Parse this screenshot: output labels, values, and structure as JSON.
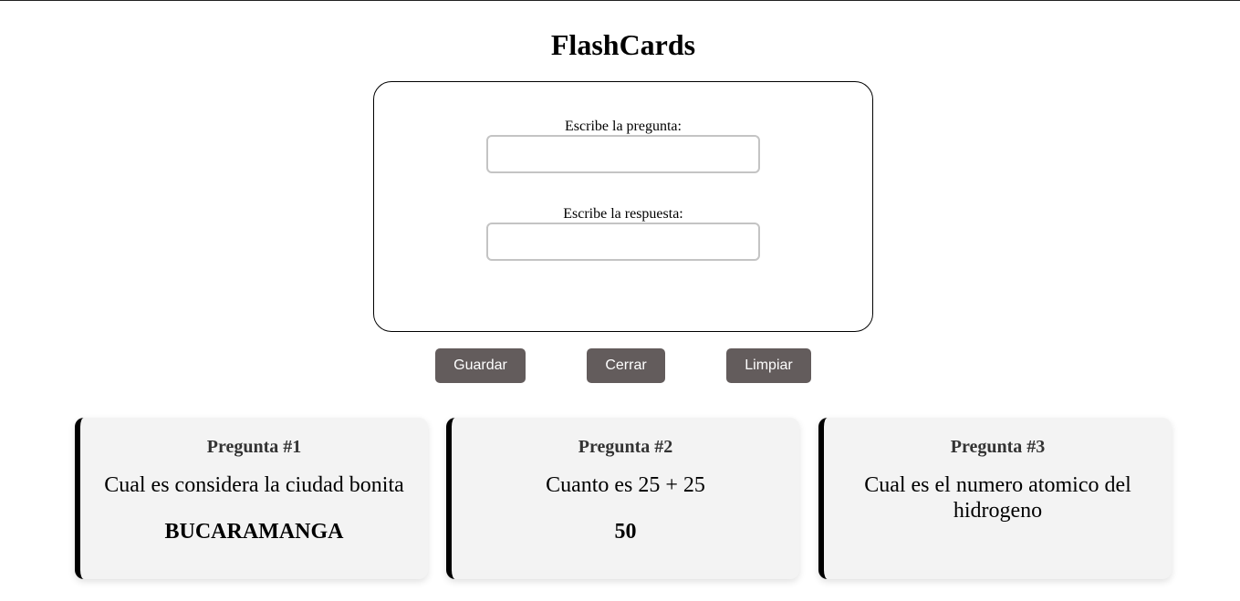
{
  "app": {
    "title": "FlashCards"
  },
  "form": {
    "question_label": "Escribe la pregunta:",
    "question_value": "",
    "answer_label": "Escribe la respuesta:",
    "answer_value": ""
  },
  "buttons": {
    "save_label": "Guardar",
    "close_label": "Cerrar",
    "clear_label": "Limpiar"
  },
  "colors": {
    "button_bg": "#635c5c",
    "card_bg": "#f3f3f3",
    "card_accent": "#000000"
  },
  "cards": [
    {
      "title": "Pregunta #1",
      "question": "Cual es considera la ciudad bonita",
      "answer": "BUCARAMANGA"
    },
    {
      "title": "Pregunta #2",
      "question": "Cuanto es 25 + 25",
      "answer": "50"
    },
    {
      "title": "Pregunta #3",
      "question": "Cual es el numero atomico del hidrogeno",
      "answer": ""
    }
  ]
}
